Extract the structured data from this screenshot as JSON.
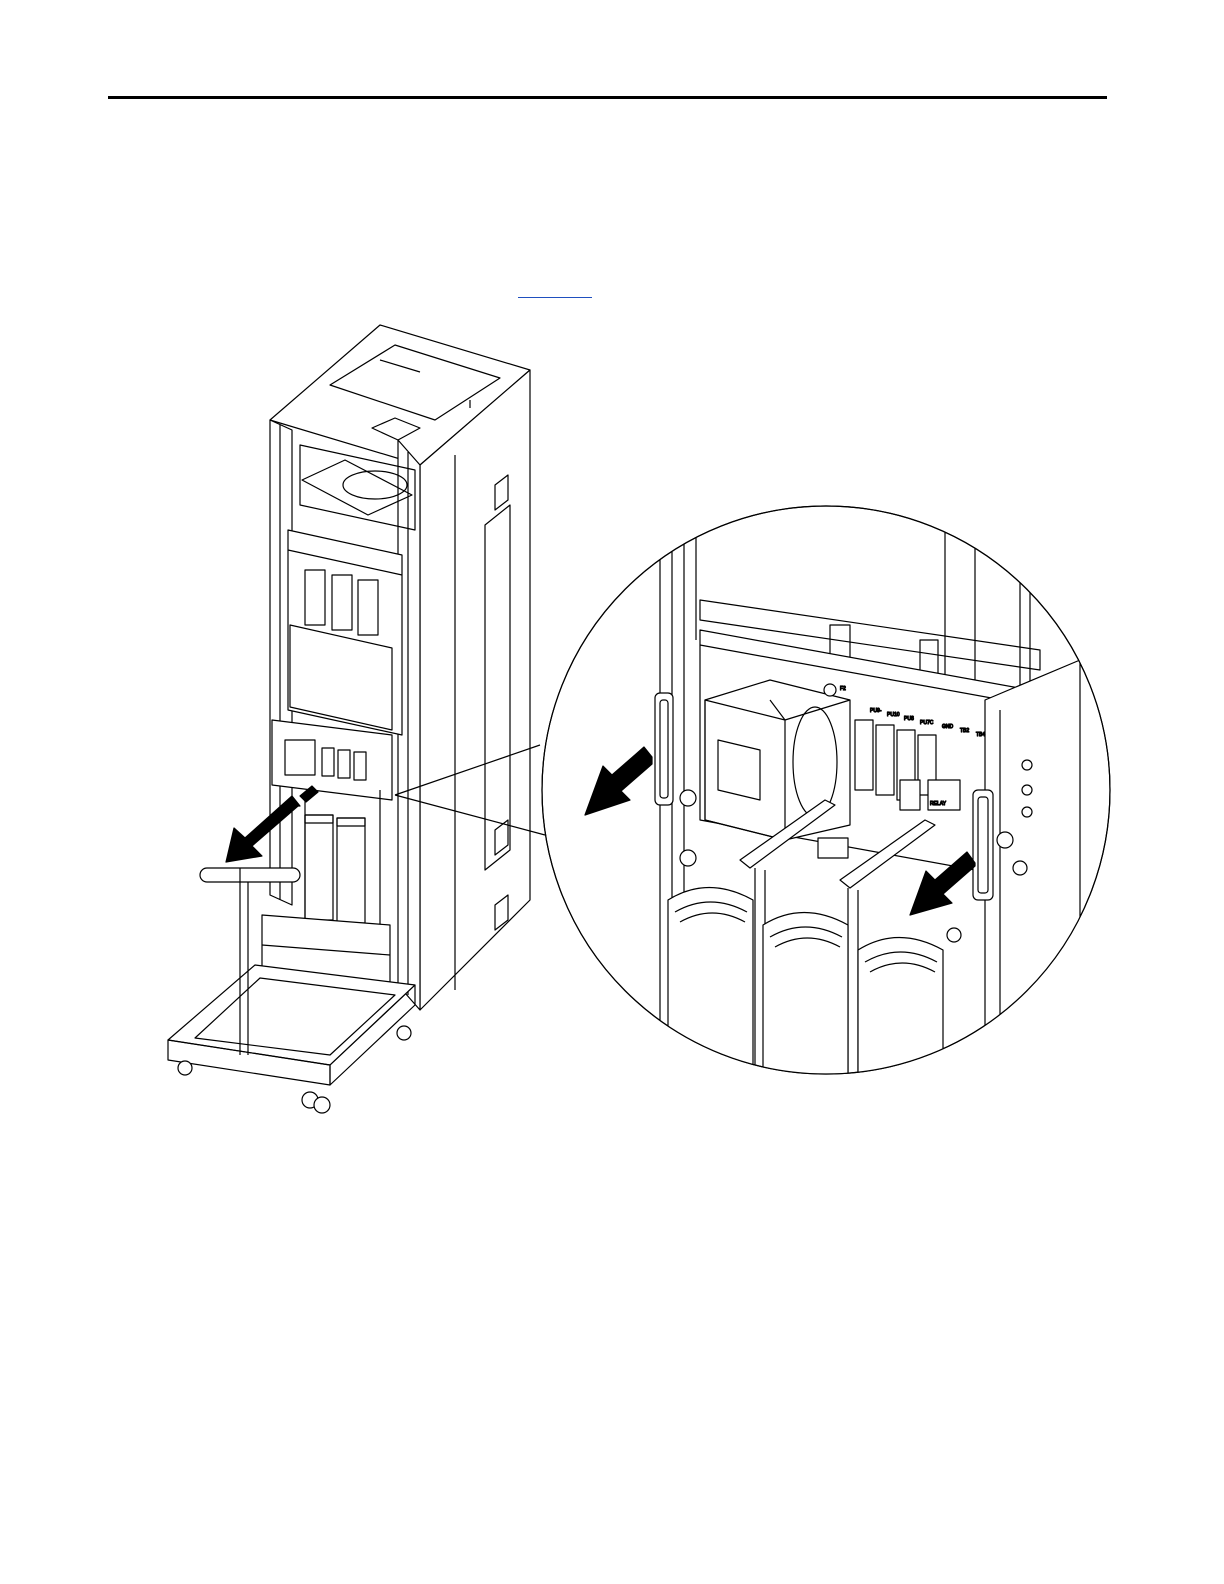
{
  "header": {
    "rule_color": "#000000"
  },
  "body": {
    "cross_reference": ""
  },
  "figure": {
    "terminal_labels": [
      "PU9-",
      "PU10",
      "PU8",
      "PU7C",
      "GND",
      "TB2",
      "TB4"
    ],
    "relay_label": "RELAY",
    "component_label": "F2"
  }
}
